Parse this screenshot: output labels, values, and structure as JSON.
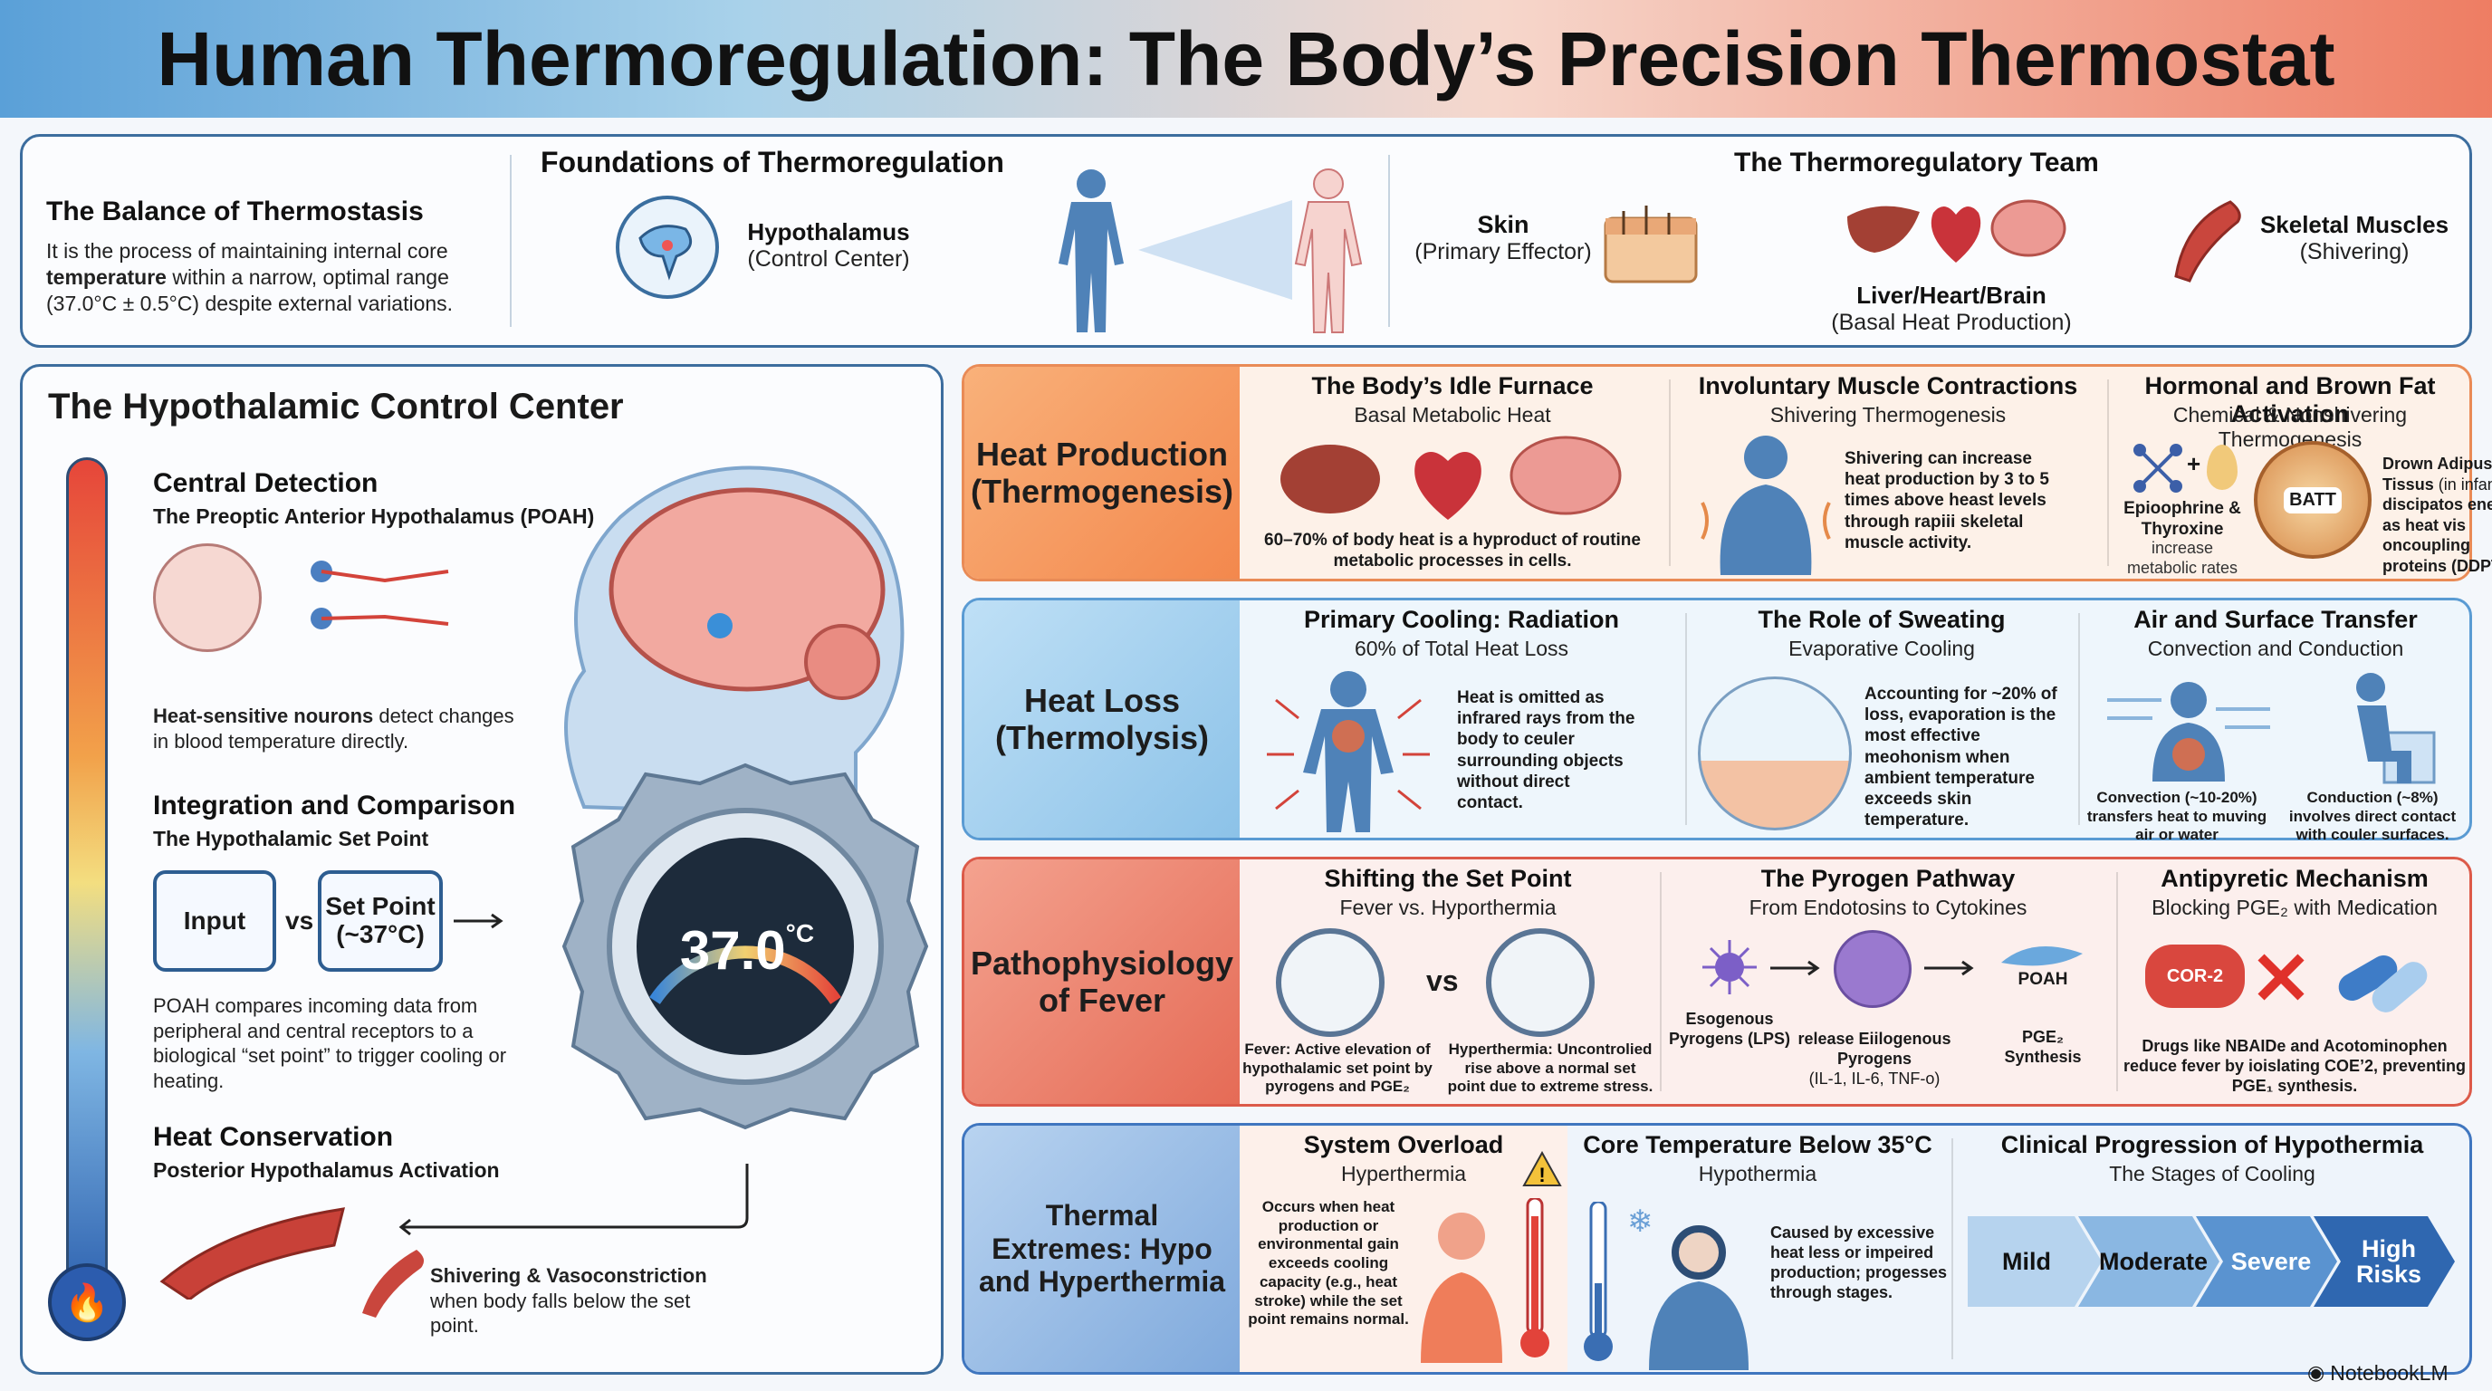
{
  "title": "Human Thermoregulation: The Body’s Precision Thermostat",
  "foundations": {
    "balance_title": "The Balance of Thermostasis",
    "balance_text_a": "It is the process of maintaining internal core",
    "balance_bold": "temperature",
    "balance_text_b": "within a narrow, optimal range",
    "balance_text_c": "(37.0°C ± 0.5°C) despite external variations.",
    "heading": "Foundations of Thermoregulation",
    "hypothalamus": "Hypothalamus",
    "hypothalamus_role": "(Control Center)",
    "team_heading": "The Thermoregulatory Team",
    "skin": "Skin",
    "skin_role": "(Primary Effector)",
    "organs": "Liver/Heart/Brain",
    "organs_role": "(Basal Heat Production)",
    "muscles": "Skeletal Muscles",
    "muscles_role": "(Shivering)"
  },
  "control": {
    "title": "The Hypothalamic Control Center",
    "detection_title": "Central Detection",
    "detection_sub": "The Preoptic Anterior Hypothalamus (POAH)",
    "detection_text_bold": "Heat-sensitive nourons",
    "detection_text_a": "detect",
    "detection_text_b": "changes in blood temperature directly.",
    "integration_title": "Integration and Comparison",
    "integration_sub": "The Hypothalamic Set Point",
    "input_label": "Input",
    "vs": "vs",
    "setpoint_label": "Set Point",
    "setpoint_value": "(~37°C)",
    "integration_text": "POAH compares incoming data from peripheral and central receptors to a biological “set point” to trigger cooling or heating.",
    "conservation_title": "Heat Conservation",
    "conservation_sub": "Posterior Hypothalamus Activation",
    "conservation_text_bold": "Shivering & Vasoconstriction",
    "conservation_text": "when body falls below the set point.",
    "dial_value": "37.0",
    "dial_unit": "°C"
  },
  "production": {
    "label": "Heat Production (Thermogenesis)",
    "s1_title": "The Body’s Idle Furnace",
    "s1_sub": "Basal Metabolic Heat",
    "s1_text": "60–70% of body heat is a hyproduct of routine metabolic processes in cells.",
    "s2_title": "Involuntary Muscle Contractions",
    "s2_sub": "Shivering Thermogenesis",
    "s2_text": "Shivering can increase heat production by 3 to 5 times above heast levels through rapiii skeletal muscle activity.",
    "s3_title": "Hormonal and Brown Fat Activation",
    "s3_sub": "Chemical & Nonshivering Thermogenesis",
    "s3_hormones": "Epioophrine & Thyroxine",
    "s3_hormones_text": "increase metabolic rates",
    "s3_batt": "BATT",
    "s3_fat_bold": "Drown Adipuss Tissus",
    "s3_fat_a": "(in infante)",
    "s3_fat_b": "discipatos energy as heat vis oncoupling proteins (DDPT).",
    "plus": "+"
  },
  "loss": {
    "label": "Heat Loss (Thermolysis)",
    "s1_title": "Primary Cooling: Radiation",
    "s1_sub": "60% of Total Heat Loss",
    "s1_text": "Heat is omitted as infrared rays from the body to ceuler surrounding objects without direct contact.",
    "s2_title": "The Role of Sweating",
    "s2_sub": "Evaporative Cooling",
    "s2_text": "Accounting for ~20% of loss, evaporation is the most effective meohonism when ambient temperature exceeds skin temperature.",
    "s3_title": "Air and Surface Transfer",
    "s3_sub": "Convection and Conduction",
    "s3_convection": "Convection (~10-20%) transfers heat to muving air or water",
    "s3_conduction": "Conduction (~8%) involves direct contact with couler surfaces."
  },
  "fever": {
    "label": "Pathophysiology of Fever",
    "s1_title": "Shifting the Set Point",
    "s1_sub": "Fever vs. Hyporthermia",
    "vs": "vs",
    "s1_fever": "Fever: Active elevation of hypothalamic set point by pyrogens and PGE₂",
    "s1_hyper": "Hyperthermia: Uncontrolied rise above a normal set point due to extreme stress.",
    "s2_title": "The Pyrogen Pathway",
    "s2_sub": "From Endotosins to Cytokines",
    "s2_exo": "Esogenous Pyrogens (LPS)",
    "s2_endo": "release Eiilogenous Pyrogens",
    "s2_endo_list": "(IL-1, IL-6, TNF-o)",
    "s2_poah": "POAH",
    "s2_pge": "PGE₂ Synthesis",
    "s3_title": "Antipyretic Mechanism",
    "s3_sub": "Blocking PGE₂ with Medication",
    "s3_cox": "COR-2",
    "s3_text": "Drugs like NBAIDe and Acotominophen reduce fever by ioislating COE’2, preventing PGE₁ synthesis."
  },
  "extremes": {
    "label": "Thermal Extremes: Hypo and Hyperthermia",
    "s1_title": "System Overload",
    "s1_sub": "Hyperthermia",
    "s1_text": "Occurs when heat production or environmental gain exceeds cooling capacity (e.g., heat stroke) while the set point remains normal.",
    "s2_title": "Core Temperature Below 35°C",
    "s2_sub": "Hypothermia",
    "s2_text": "Caused by excessive heat less or impeired production; progesses through stages.",
    "s3_title": "Clinical Progression of Hypothermia",
    "s3_sub": "The Stages of Cooling",
    "stages": [
      "Mild",
      "Moderate",
      "Severe",
      "High Risks"
    ]
  },
  "brand": "NotebookLM",
  "colors": {
    "accent": "#2d5d91",
    "production": "#f4a06a",
    "loss": "#7fb7e0",
    "fever": "#ec6f5a",
    "extremes": "#3f76bf"
  }
}
